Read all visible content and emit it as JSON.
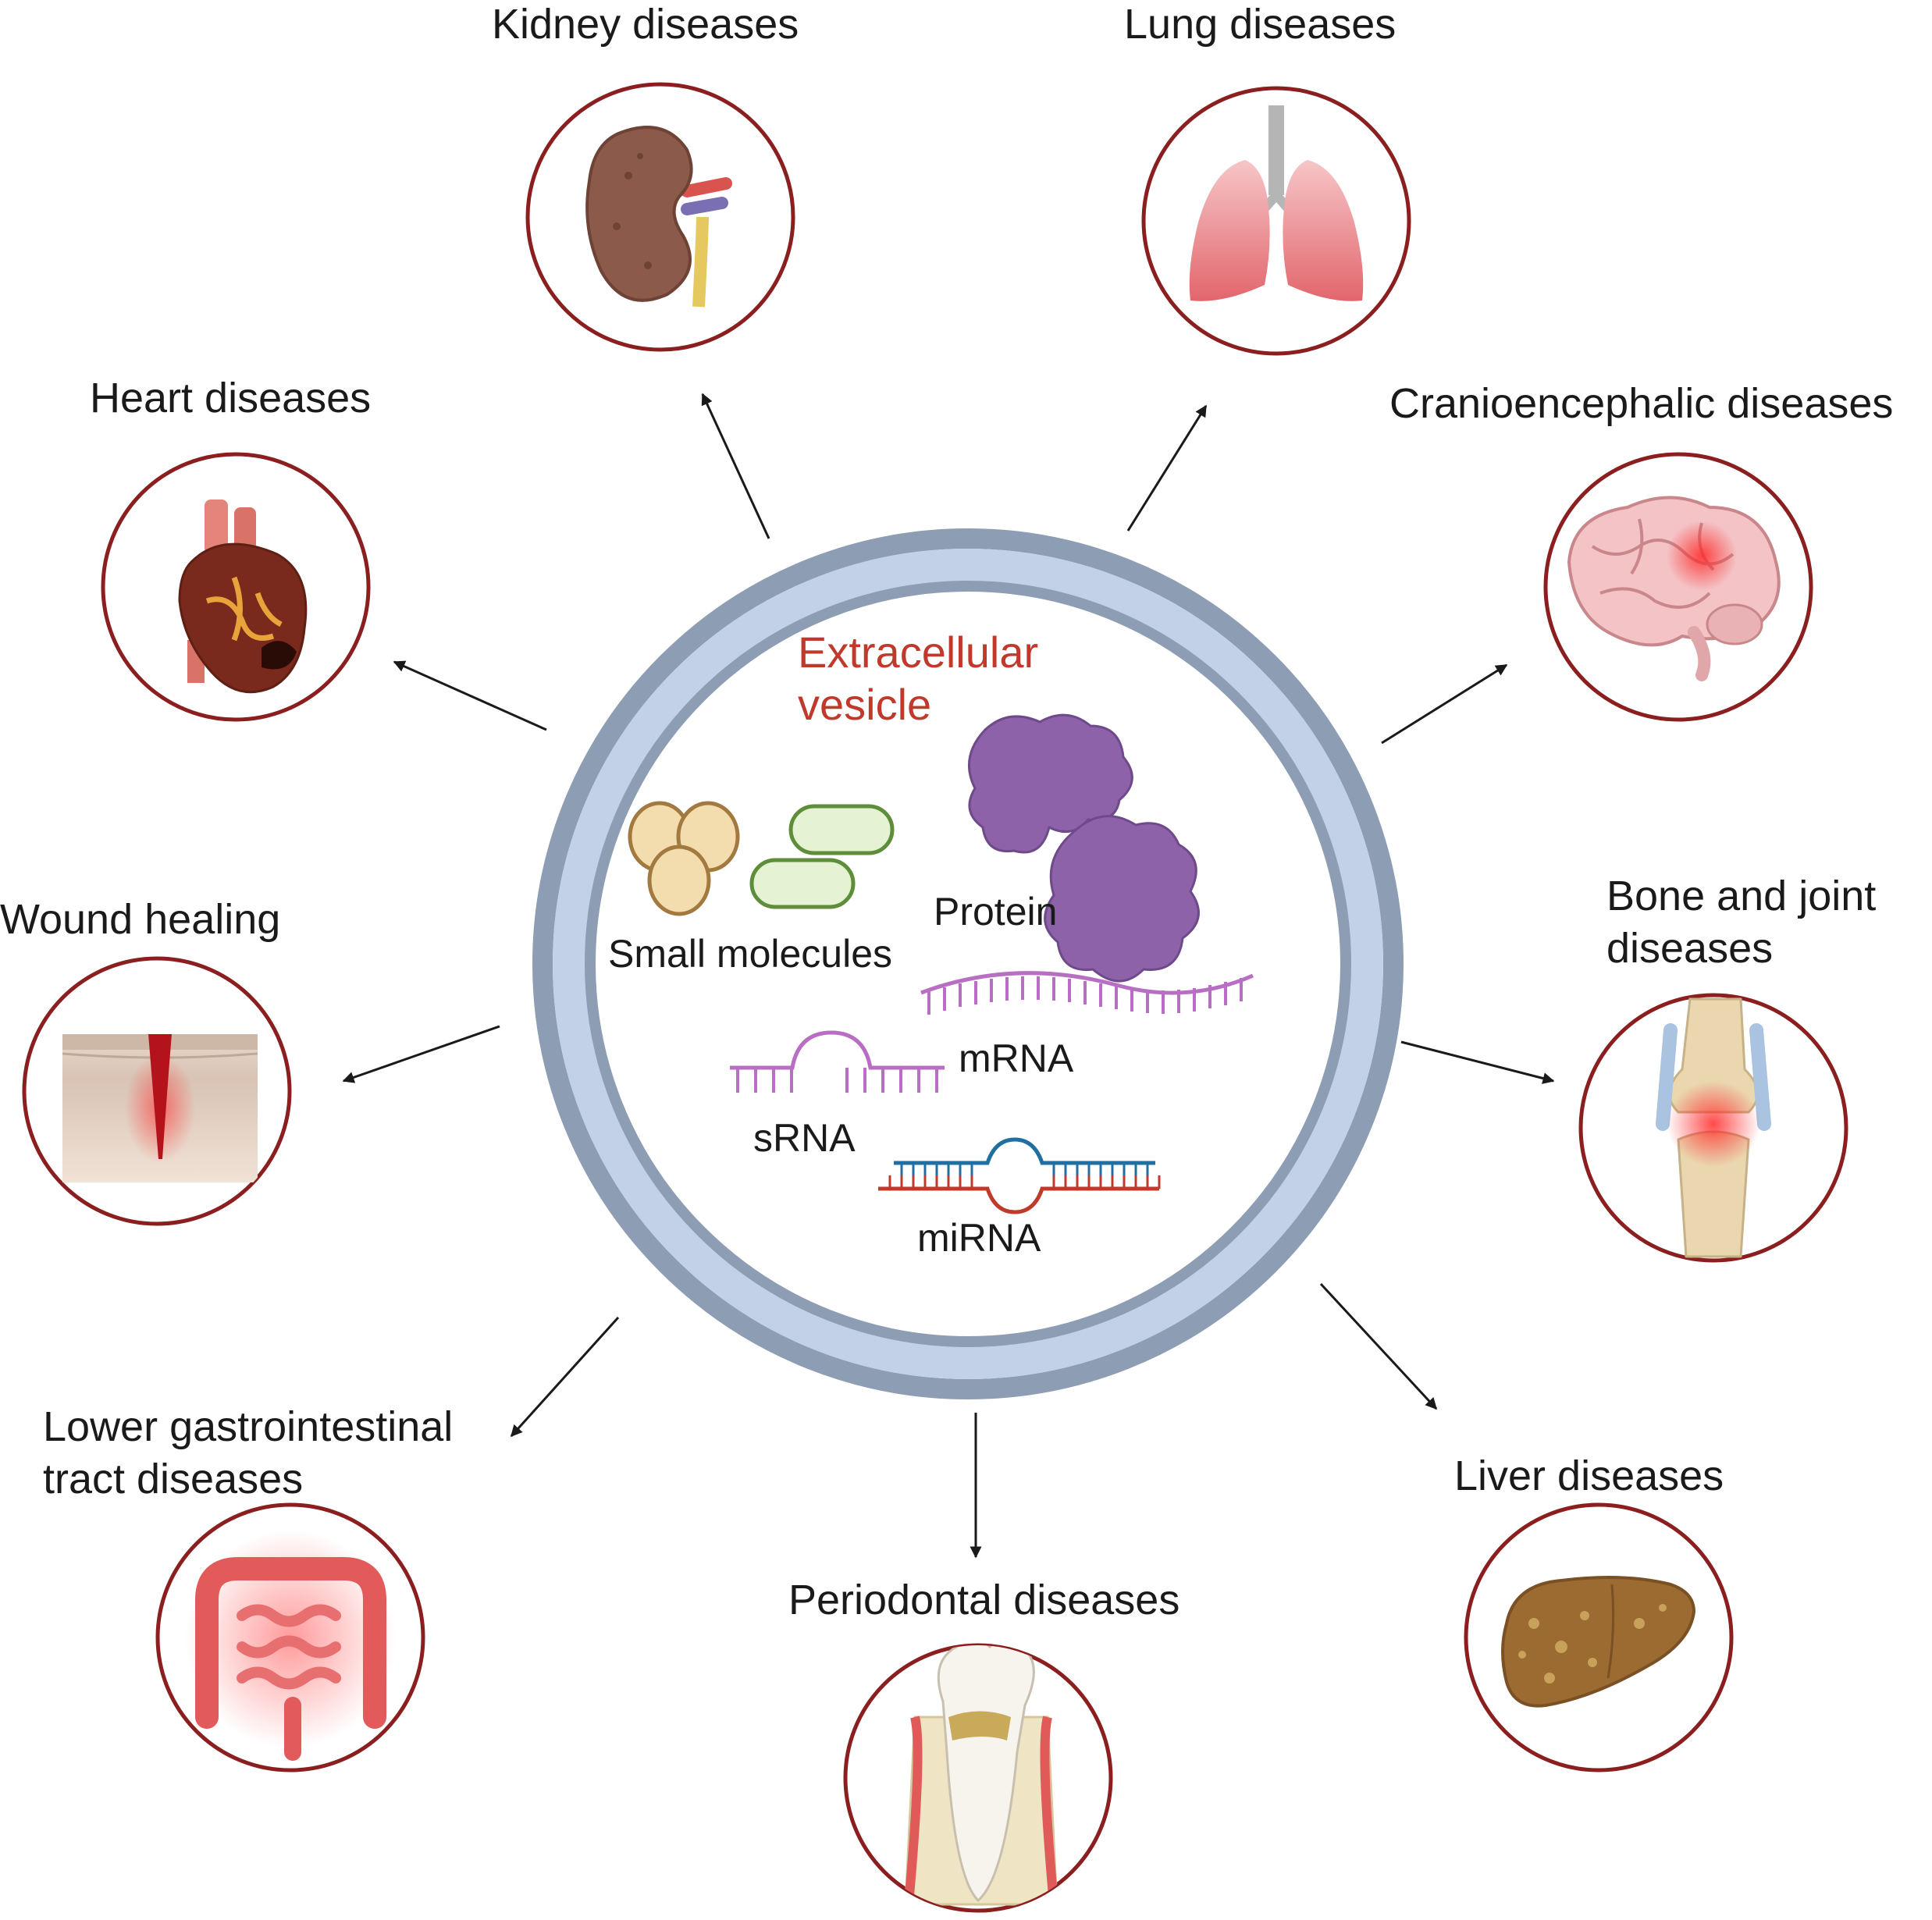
{
  "center": {
    "title_line1": "Extracellular",
    "title_line2": "vesicle",
    "cargo": {
      "small_molecules": "Small molecules",
      "protein": "Protein",
      "mrna": "mRNA",
      "srna": "sRNA",
      "mirna": "miRNA"
    }
  },
  "targets": {
    "kidney": "Kidney diseases",
    "lung": "Lung diseases",
    "heart": "Heart diseases",
    "cranio": "Cranioencephalic diseases",
    "wound": "Wound healing",
    "bone_line1": "Bone and joint",
    "bone_line2": "diseases",
    "gi_line1": "Lower gastrointestinal",
    "gi_line2": "tract diseases",
    "liver": "Liver diseases",
    "perio": "Periodontal diseases"
  },
  "colors": {
    "circle_stroke": "#8b1f1f",
    "membrane_outer": "#8d9db3",
    "membrane_inner": "#c3d1e8",
    "title_red": "#c0392b",
    "arrow": "#1a1a1a"
  },
  "icons": [
    "kidney-icon",
    "lung-icon",
    "heart-icon",
    "brain-icon",
    "wound-icon",
    "knee-joint-icon",
    "intestine-icon",
    "liver-icon",
    "tooth-icon"
  ]
}
